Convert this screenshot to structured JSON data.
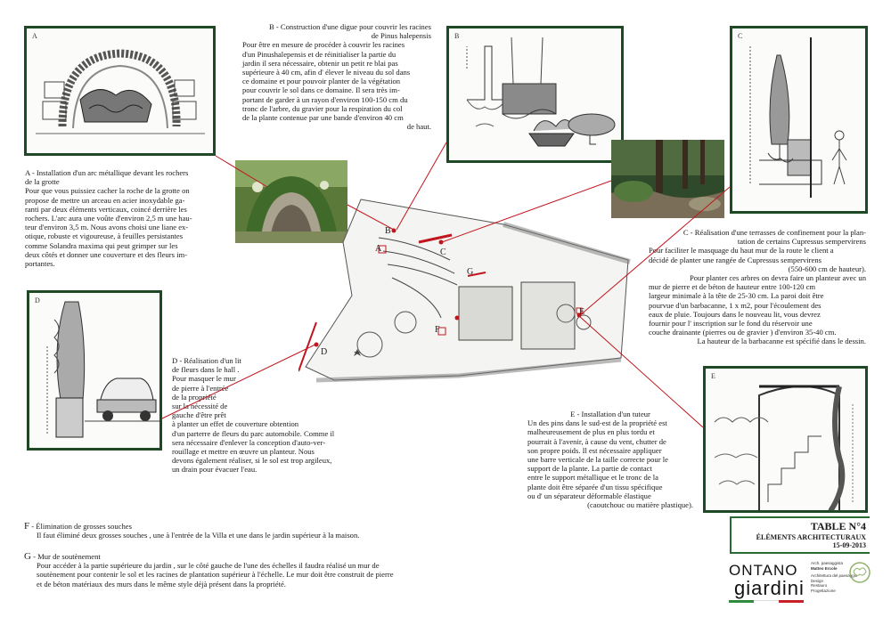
{
  "sections": {
    "a": {
      "letter": "A",
      "lines": [
        "A - Installation d'un arc métallique devant les rochers",
        "de la grotte",
        "Pour que vous puissiez cacher la roche de la grotte on",
        "propose de mettre un arceau en acier inoxydable ga-",
        "ranti par deux éléments verticaux, coincé derrière les",
        "rochers. L'arc aura une voûte d'environ 2,5 m une hau-",
        "teur d'environ 3,5 m. Nous avons choisi une liane ex-",
        "otique, robuste et vigoureuse, à feuilles persistantes",
        "comme Solandra maxima qui peut grimper sur les",
        "deux côtés et donner une couverture et des fleurs im-",
        "portantes."
      ]
    },
    "b": {
      "letter": "B",
      "lines": [
        "B - Construction d'une digue pour couvrir les racines",
        "de Pinus halepensis",
        "Pour être en mesure de procéder à couvrir les racines",
        "d'un Pinushalepensis et de réinitialiser la partie du",
        "jardin il sera nécessaire, obtenir un petit re blai pas",
        "supérieure à 40 cm, afin d' élever le niveau du sol dans",
        "ce domaine et pour pouvoir planter de la végétation",
        "pour couvrir le sol dans ce domaine. Il sera très im-",
        "portant de garder à un rayon d'environ 100-150 cm du",
        "tronc de l'arbre, du gravier pour la respiration du col",
        "de la plante contenue par une bande d'environ 40 cm",
        "de haut."
      ]
    },
    "c": {
      "letter": "C",
      "lines": [
        "C - Réalisation d'une terrasses de confinement pour la plan-",
        "tation de certains Cupressus sempervirens",
        "Pour faciliter le masquage du haut mur de la route le client a",
        "décidé de planter une rangée de Cupressus sempervirens",
        "(550-600 cm de hauteur).",
        "Pour planter ces arbres on devra faire un planteur avec un",
        "mur de pierre et de béton de hauteur entre 100-120 cm",
        "largeur minimale à la tête de 25-30 cm. La paroi doit être",
        "pourvue d'un barbacanne, 1 x m2, pour l'écoulement des",
        "eaux de pluie. Toujours dans le nouveau lit, vous devrez",
        "fournir pour l' inscription sur le fond du réservoir une",
        "couche drainante (pierres ou de gravier ) d'environ 35-40 cm.",
        "La hauteur de la barbacanne est spécifié dans le dessin."
      ]
    },
    "d": {
      "letter": "D",
      "lines": [
        "D - Réalisation d'un lit",
        "de fleurs dans le hall .",
        "Pour masquer le mur",
        "de pierre à l'entrée",
        "de la propriété",
        "sur la nécessité de",
        "gauche d'être prêt",
        "à planter un effet de couverture obtention",
        "d'un parterre de fleurs du parc automobile. Comme il",
        "sera nécessaire d'enlever la conception d'auto-ver-",
        "rouillage et mettre en œuvre un planteur. Nous",
        "devons également réaliser, si le sol est trop argileux,",
        "un drain pour évacuer l'eau."
      ]
    },
    "e": {
      "letter": "E",
      "lines": [
        "E - Installation d'un tuteur",
        "Un des pins dans le sud-est de la propriété est",
        "malheureusement de plus en plus tordu et",
        "pourrait à l'avenir, à cause du vent, chutter de",
        "son propre poids. Il est nécessaire appliquer",
        "une barre verticale de la taille correcte pour le",
        "support de la plante. La partie de contact",
        "entre le support métallique et le tronc de la",
        "plante doit être séparée d'un tissu spécifique",
        "ou d' un séparateur déformable élastique",
        "(caoutchouc ou matière plastique)."
      ]
    },
    "f": {
      "letter": "F",
      "title": "- Élimination de grosses souches",
      "body": "Il faut éliminé deux grosses souches , une à l'entrée de la Villa et une dans le jardin supérieur à la maison."
    },
    "g": {
      "letter": "G",
      "title": "- Mur de soutènement",
      "lines": [
        "Pour accéder à la partie supérieure du jardin , sur le côté gauche de l'une des échelles il faudra réalisé un mur de",
        "soutènement pour contenir le sol et les racines de plantation supérieur à l'échelle. Le mur doit être construit de pierre",
        "et de béton matériaux des murs dans le même style déjà présent dans la propriété."
      ]
    }
  },
  "map_labels": [
    "B",
    "C",
    "A",
    "G",
    "F",
    "D",
    "E"
  ],
  "table": {
    "title": "TABLE N°4",
    "subtitle": "ÉLÉMENTS ARCHITECTURAUX",
    "date": "15-09-2013"
  },
  "brand": {
    "name_top": "ONTANO",
    "name_bottom": "giardini",
    "info_title": "Arch. paesaggista",
    "info_name": "Matteo Ercole",
    "info_lines": [
      "Architettura del paesaggio",
      "Design",
      "Restauro",
      "Progettazione"
    ],
    "flag_colors": [
      "#2e8b3a",
      "#ffffff",
      "#c8202a"
    ]
  },
  "colors": {
    "frame": "#1d4a25",
    "separator": "#2a6b33",
    "leader": "#c0161d"
  }
}
